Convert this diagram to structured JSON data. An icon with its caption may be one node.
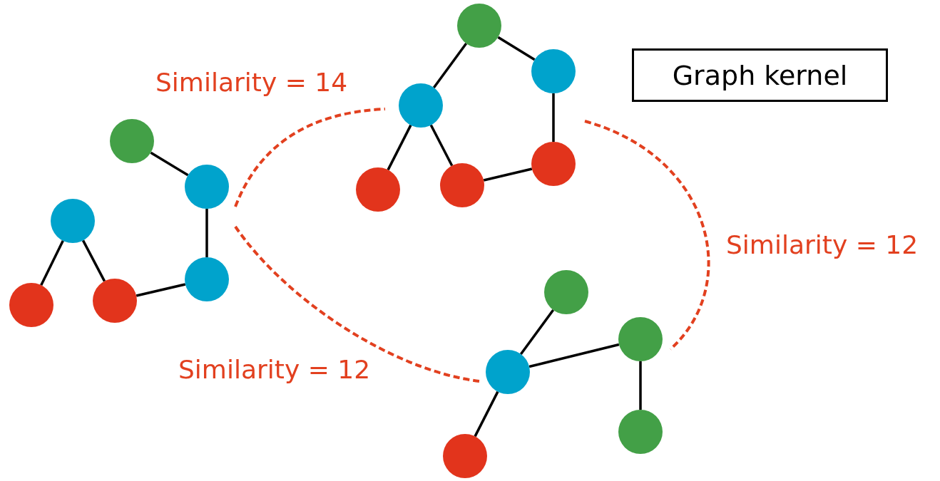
{
  "diagram": {
    "nodes": [
      {
        "text": [],
        "shape": "circle"
      },
      {
        "text": [],
        "shape": "circle"
      },
      {
        "text": [],
        "shape": "circle"
      },
      {
        "text": [],
        "shape": "circle"
      },
      {
        "text": [],
        "shape": "circle"
      },
      {
        "text": [],
        "shape": "circle"
      },
      {
        "text": [],
        "shape": "circle"
      },
      {
        "text": [],
        "shape": "circle"
      },
      {
        "text": [],
        "shape": "circle"
      },
      {
        "text": [],
        "shape": "circle"
      },
      {
        "text": [],
        "shape": "circle"
      },
      {
        "text": [],
        "shape": "circle"
      },
      {
        "text": [],
        "shape": "circle"
      },
      {
        "text": [],
        "shape": "circle"
      },
      {
        "text": [],
        "shape": "circle"
      },
      {
        "text": [],
        "shape": "circle"
      },
      {
        "text": [],
        "shape": "circle"
      },
      {
        "text": [
          "Graph kernel"
        ]
      }
    ],
    "edges": [
      {
        "from": 0,
        "to": 1,
        "arrow": "none"
      },
      {
        "from": 1,
        "to": 3,
        "arrow": "none"
      },
      {
        "from": 3,
        "to": 5,
        "arrow": "none"
      },
      {
        "from": 2,
        "to": 5,
        "arrow": "none"
      },
      {
        "from": 2,
        "to": 4,
        "arrow": "none"
      },
      {
        "from": 6,
        "to": 8,
        "arrow": "none"
      },
      {
        "from": 6,
        "to": 7,
        "arrow": "none"
      },
      {
        "from": 7,
        "to": 9,
        "arrow": "none"
      },
      {
        "from": 9,
        "to": 11,
        "arrow": "none"
      },
      {
        "from": 8,
        "to": 11,
        "arrow": "none"
      },
      {
        "from": 8,
        "to": 10,
        "arrow": "none"
      },
      {
        "from": 14,
        "to": 12,
        "arrow": "none"
      },
      {
        "from": 14,
        "to": 13,
        "arrow": "none"
      },
      {
        "from": 13,
        "to": 15,
        "arrow": "none"
      },
      {
        "from": 14,
        "to": 16,
        "arrow": "none"
      }
    ],
    "labels": [
      "Similarity = 14",
      "Similarity = 12",
      "Similarity = 12"
    ]
  }
}
